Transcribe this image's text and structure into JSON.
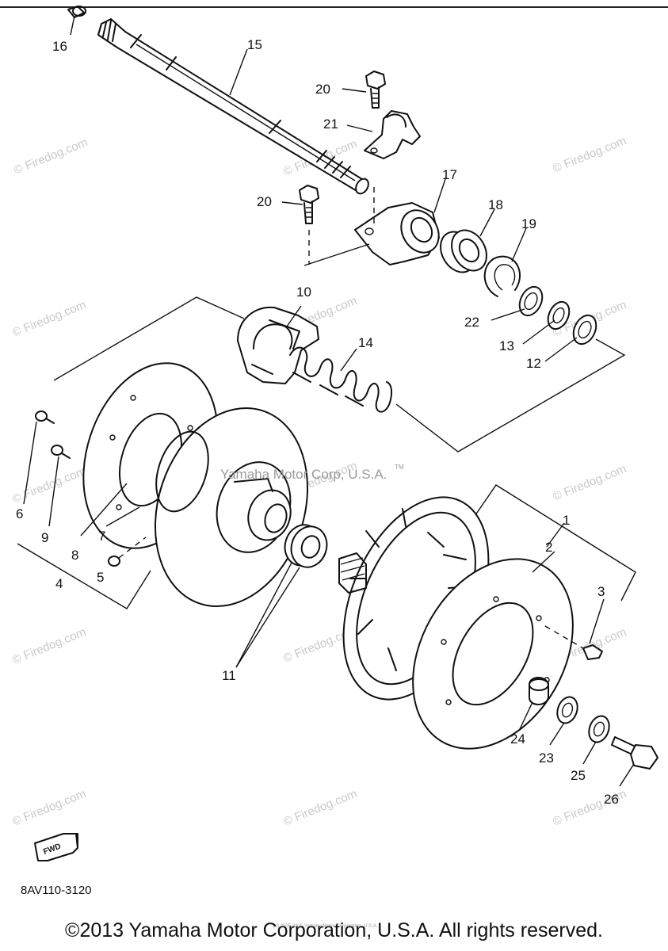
{
  "callouts": [
    {
      "id": "c1",
      "text": "1"
    },
    {
      "id": "c2",
      "text": "2"
    },
    {
      "id": "c3",
      "text": "3"
    },
    {
      "id": "c4",
      "text": "4"
    },
    {
      "id": "c5",
      "text": "5"
    },
    {
      "id": "c6",
      "text": "6"
    },
    {
      "id": "c7",
      "text": "7"
    },
    {
      "id": "c8",
      "text": "8"
    },
    {
      "id": "c9",
      "text": "9"
    },
    {
      "id": "c10",
      "text": "10"
    },
    {
      "id": "c11",
      "text": "11"
    },
    {
      "id": "c12",
      "text": "12"
    },
    {
      "id": "c13",
      "text": "13"
    },
    {
      "id": "c14",
      "text": "14"
    },
    {
      "id": "c15",
      "text": "15"
    },
    {
      "id": "c16",
      "text": "16"
    },
    {
      "id": "c17",
      "text": "17"
    },
    {
      "id": "c18",
      "text": "18"
    },
    {
      "id": "c19",
      "text": "19"
    },
    {
      "id": "c20a",
      "text": "20"
    },
    {
      "id": "c20b",
      "text": "20"
    },
    {
      "id": "c21",
      "text": "21"
    },
    {
      "id": "c22",
      "text": "22"
    },
    {
      "id": "c23",
      "text": "23"
    },
    {
      "id": "c24",
      "text": "24"
    },
    {
      "id": "c25",
      "text": "25"
    },
    {
      "id": "c26",
      "text": "26"
    }
  ],
  "watermark_text": "© Firedog.com",
  "center_watermark": "Yamaha Motor Corp, U.S.A.",
  "center_watermark_tm": "TM",
  "fwd_label": "FWD",
  "part_code": "8AV110-3120",
  "tiny_notice": "(c) 2005-2015 Yamaha Motor Corporation, U.S.A.",
  "copyright": "©2013 Yamaha Motor Corporation, U.S.A. All rights reserved."
}
